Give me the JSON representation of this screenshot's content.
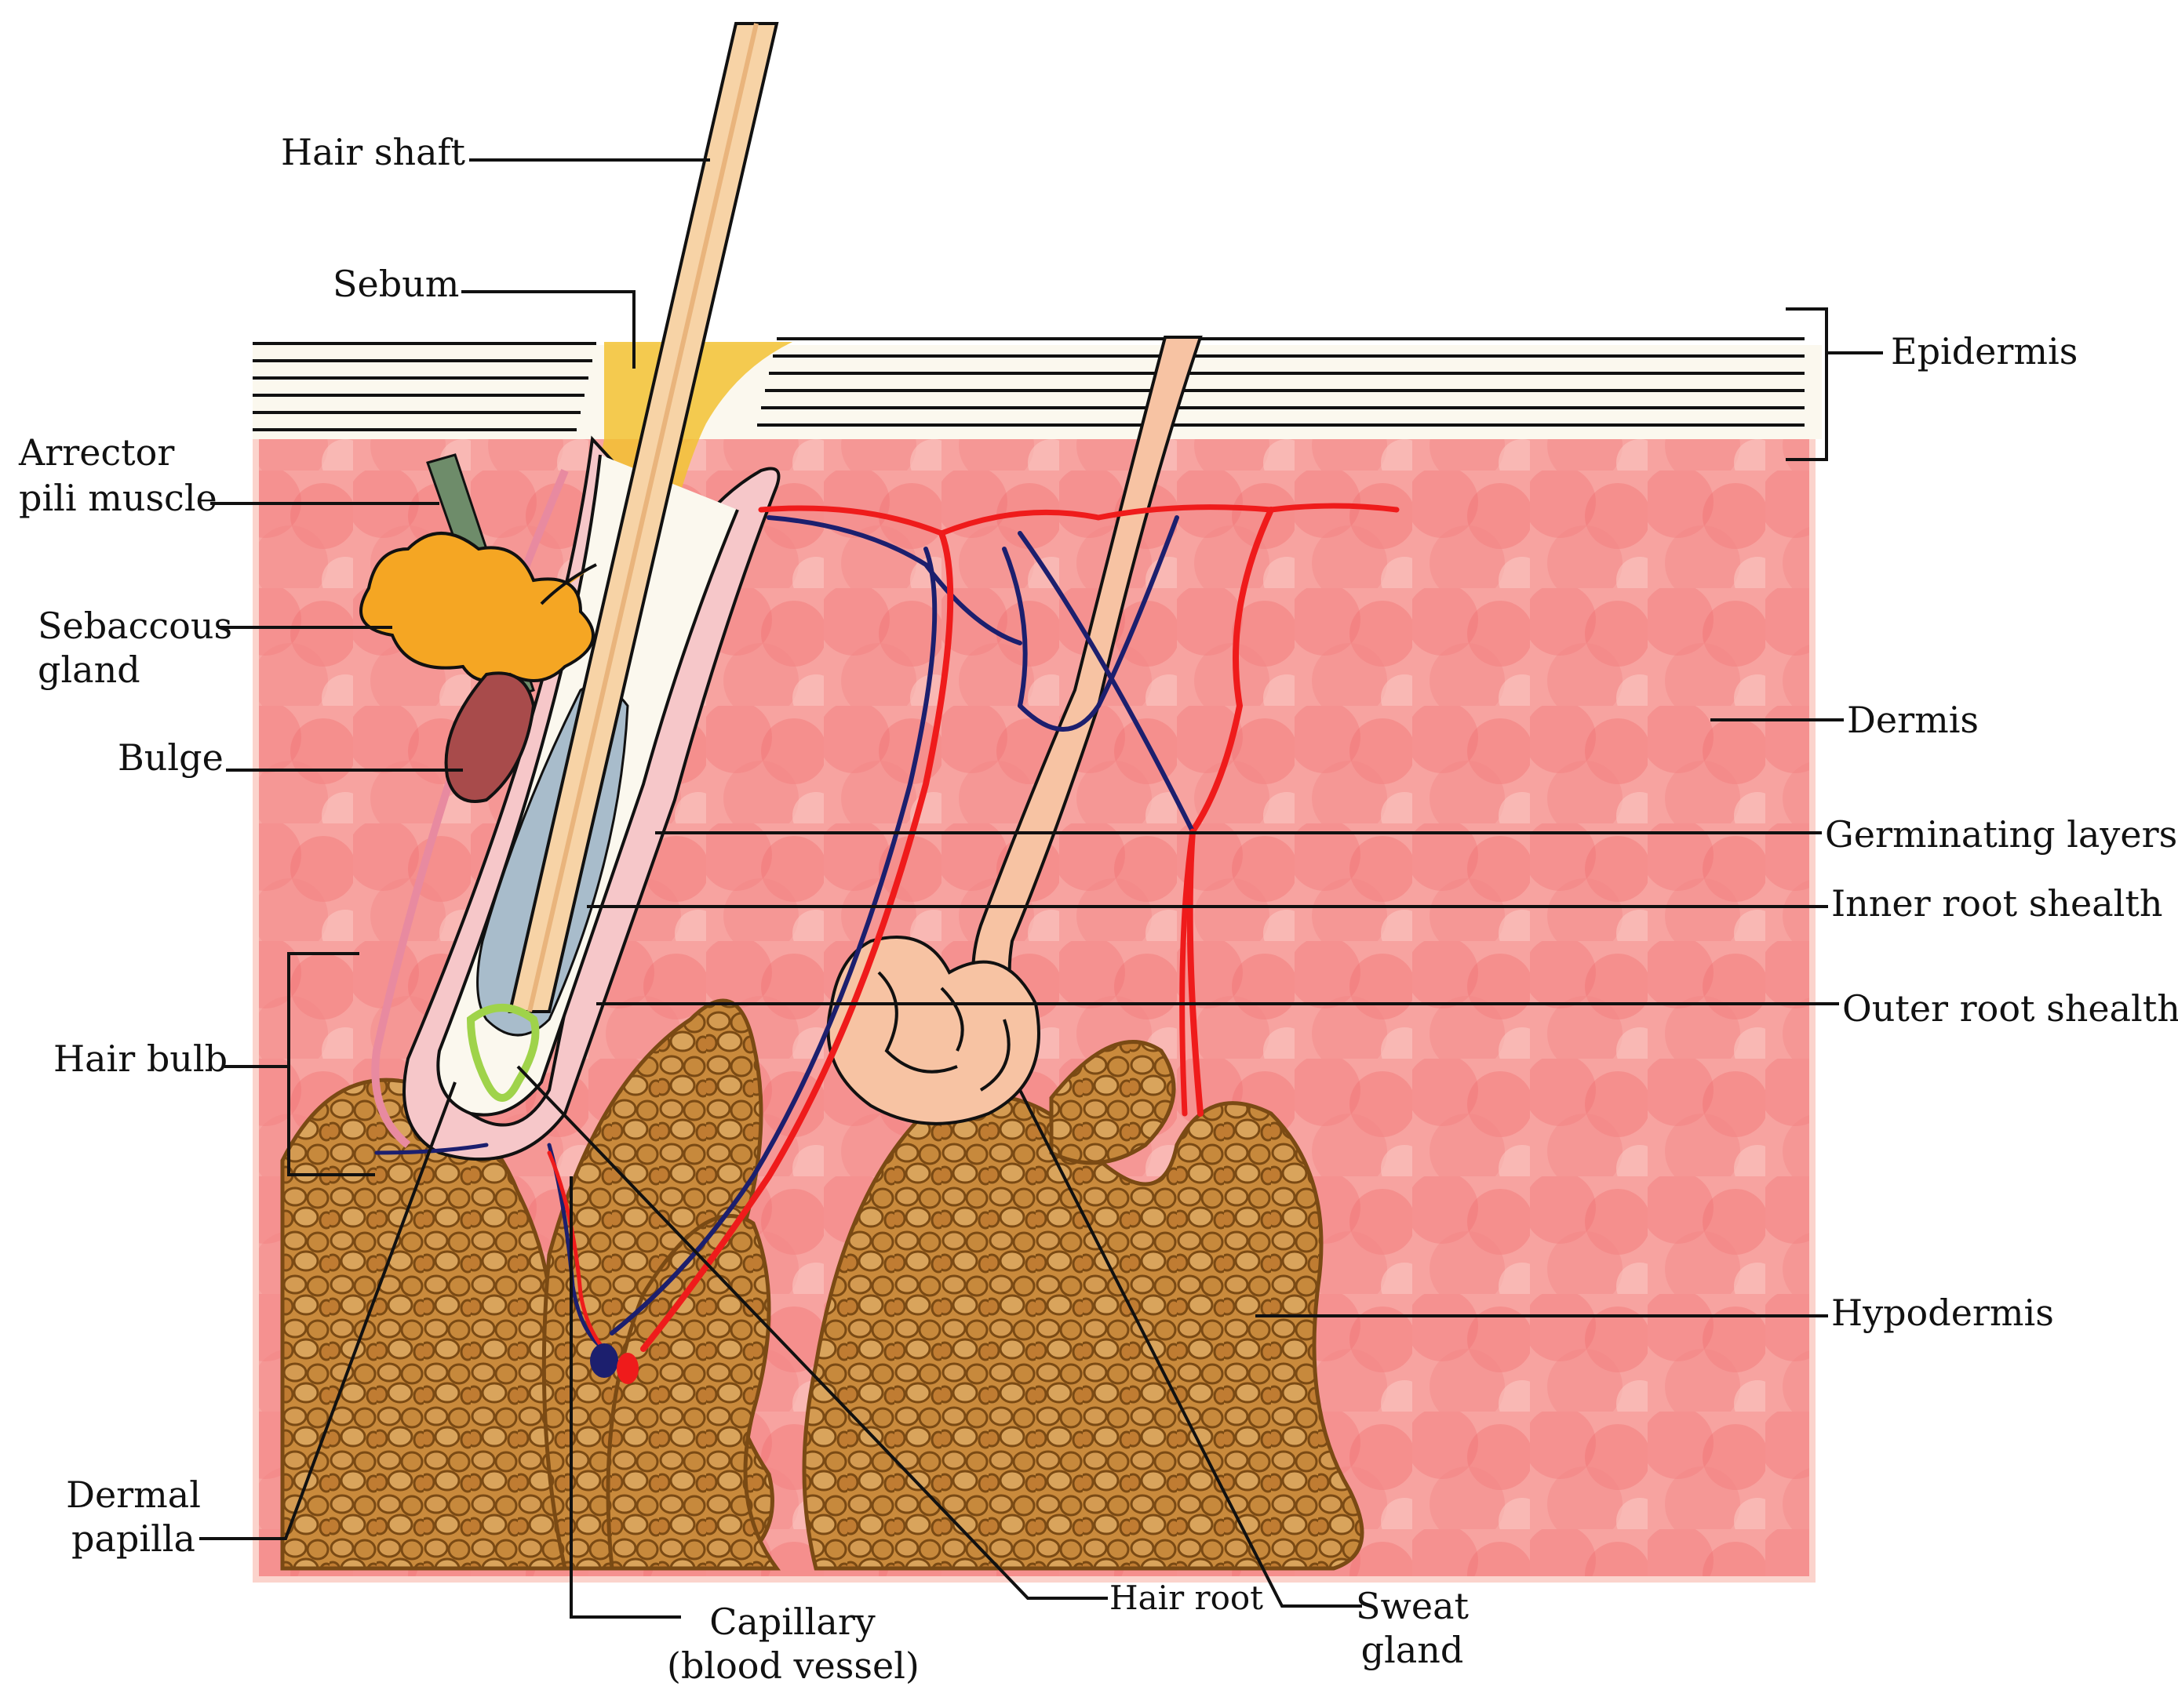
{
  "title": "",
  "colors": {
    "dermis": "#f58c8c",
    "dermis_light": "#fbd3cc",
    "hypodermis": "#b8742a",
    "hypodermis_outline": "#7a4a14",
    "epidermis": "#fbf8ee",
    "hair": "#f7d3a6",
    "sebum": "#f2c233",
    "sebaceous_gland": "#f5a623",
    "bulge": "#a84b4b",
    "inner_root_sheath": "#a8bccb",
    "arrector_muscle": "#6e8c6a",
    "papilla": "#9fd34a",
    "artery": "#ef1b1b",
    "vein": "#1c1f6e",
    "leader": "#111111"
  },
  "labels": {
    "hair_shaft": "Hair shaft",
    "sebum": "Sebum",
    "epidermis": "Epidermis",
    "arrector": [
      "Arrector",
      "pili muscle"
    ],
    "sebaceous": [
      "Sebaccous",
      "gland"
    ],
    "bulge": "Bulge",
    "dermis": "Dermis",
    "germinating": "Germinating layers",
    "inner_root": "Inner root shealth",
    "outer_root": "Outer root shealth",
    "hair_bulb": "Hair bulb",
    "hypodermis": "Hypodermis",
    "dermal_papilla": [
      "Dermal",
      "papilla"
    ],
    "capillary": [
      "Capillary",
      "(blood vessel)"
    ],
    "hair_root": "Hair root",
    "sweat_gland": [
      "Sweat",
      "gland"
    ]
  }
}
